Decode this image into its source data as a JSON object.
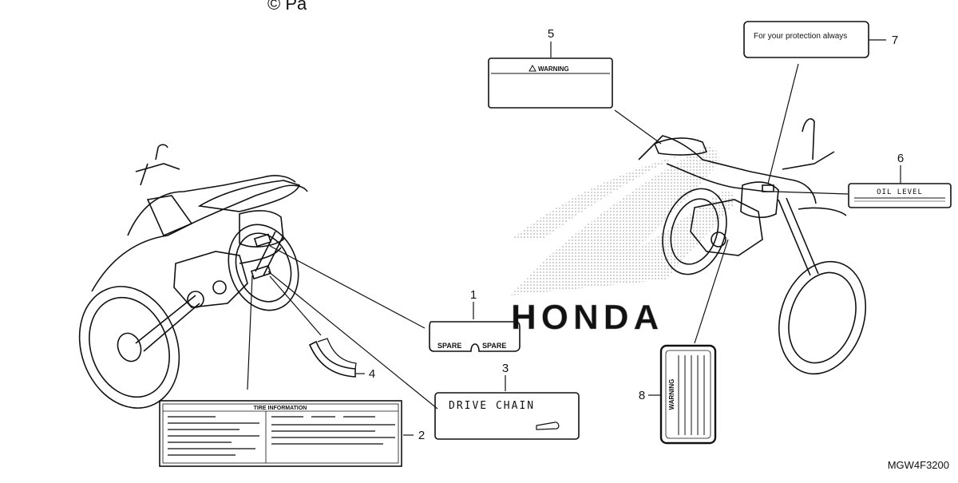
{
  "watermark": "© Pa",
  "brand_watermark": "HONDA",
  "reference_code": "MGW4F3200",
  "callouts": [
    {
      "number": "1",
      "label": "SPARE",
      "label2": "SPARE"
    },
    {
      "number": "2",
      "label": "TIRE INFORMATION"
    },
    {
      "number": "3",
      "label": "DRIVE CHAIN"
    },
    {
      "number": "4"
    },
    {
      "number": "5",
      "label": "WARNING"
    },
    {
      "number": "6",
      "label": "OIL LEVEL"
    },
    {
      "number": "7",
      "label": "For your protection always"
    },
    {
      "number": "8",
      "label": "WARNING"
    }
  ]
}
